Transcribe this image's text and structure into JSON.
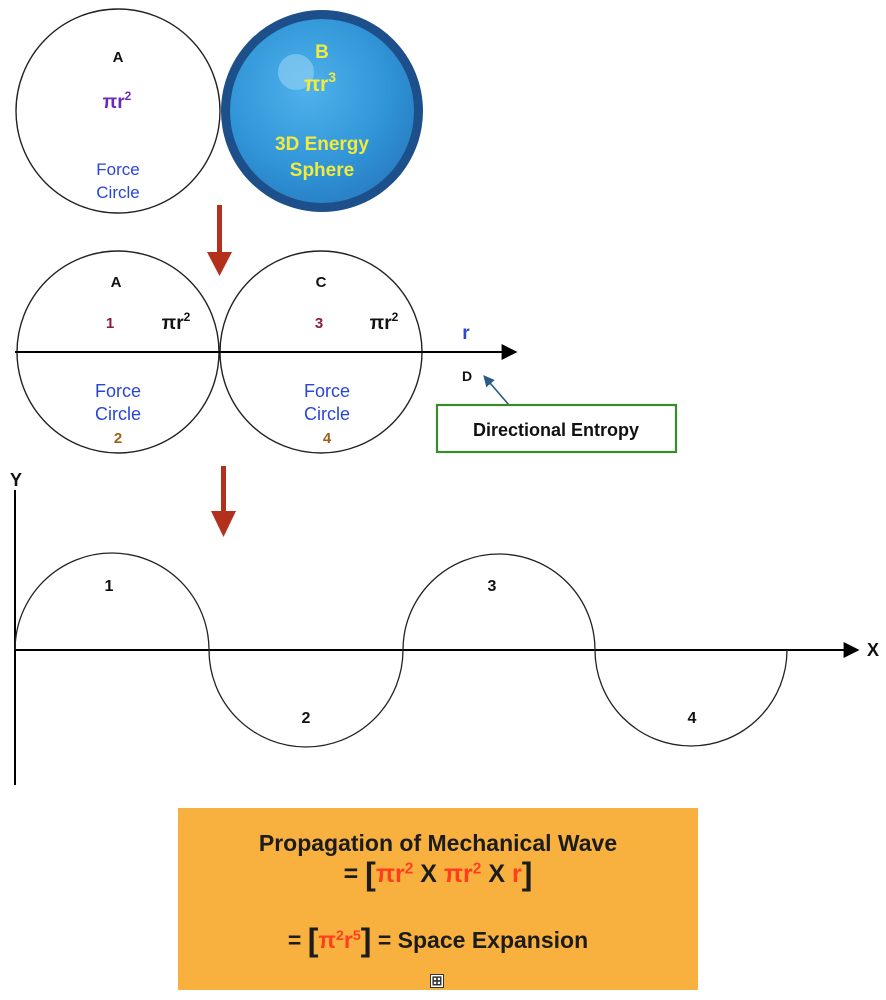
{
  "colors": {
    "arrow_red": "#b3301c",
    "purple": "#6a2bb8",
    "blue_label": "#2a46d6",
    "maroon": "#8a1c3c",
    "brown": "#a0601c",
    "yellow": "#f2ea3c",
    "sphere_fill": "#2f93d6",
    "sphere_edge": "#1d4f8a",
    "green_box": "#3a8a2a",
    "orange_box": "#f8b13f",
    "red_formula": "#ff3d1f",
    "d_arrow": "#2a5a86"
  },
  "top": {
    "circle_a": {
      "letter": "A",
      "formula": "πr",
      "exp": "2",
      "caption_line1": "Force",
      "caption_line2": "Circle"
    },
    "sphere_b": {
      "letter": "B",
      "formula": "πr",
      "exp": "3",
      "caption_line1": "3D Energy",
      "caption_line2": "Sphere"
    }
  },
  "middle": {
    "circle_a": {
      "letter": "A",
      "number_top": "1",
      "formula": "πr",
      "exp": "2",
      "caption_line1": "Force",
      "caption_line2": "Circle",
      "number_bottom": "2"
    },
    "circle_c": {
      "letter": "C",
      "number_top": "3",
      "formula": "πr",
      "exp": "2",
      "caption_line1": "Force",
      "caption_line2": "Circle",
      "number_bottom": "4"
    },
    "axis_label": "r",
    "point_label": "D",
    "entropy_label": "Directional Entropy"
  },
  "wave": {
    "y_label": "Y",
    "x_label": "X",
    "lobes": [
      "1",
      "2",
      "3",
      "4"
    ]
  },
  "formula_box": {
    "title": "Propagation of Mechanical Wave",
    "line1": {
      "eq": "= ",
      "open": "[",
      "t1": "πr",
      "e1": "2",
      "x1": " X ",
      "t2": "πr",
      "e2": "2",
      "x2": " X ",
      "t3": "r",
      "close": "]"
    },
    "line2": {
      "eq": "= ",
      "open": "[",
      "t1": "π",
      "e1": "2",
      "t2": "r",
      "e2": "5",
      "close": "]",
      "rest": " = Space Expansion"
    },
    "plus": "⊞"
  }
}
